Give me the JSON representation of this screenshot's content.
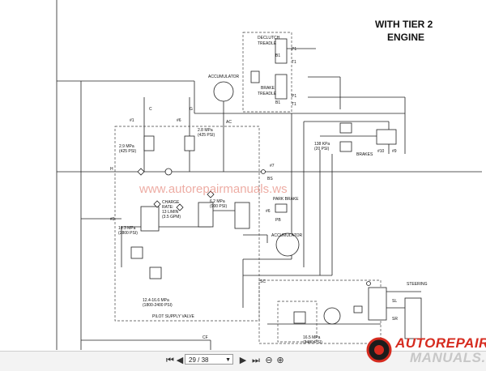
{
  "diagram": {
    "title_line1": "WITH TIER 2",
    "title_line2": "ENGINE",
    "labels": {
      "declutch": "DECLUTCH",
      "treadle": "TREADLE",
      "brake": "BRAKE",
      "brake_treadle": "TREADLE",
      "accumulator_top": "ACCUMULATOR",
      "accumulator_mid": "ACCUMULATOR",
      "park_brake": "PARK BRAKE",
      "brakes": "BRAKES",
      "charge_rate": "CHARGE",
      "rate": "RATE:",
      "lmin": "13 L/MIN",
      "gpm": "(3.5 GPM)",
      "p_29a": "2.9 MPa",
      "p_29b": "(425 PSI)",
      "p_28a": "2.8 MPa",
      "p_28b": "(425 PSI)",
      "p_62a": "6.2 MPa",
      "p_62b": "(900 PSI)",
      "p_193a": "19.3 MPa",
      "p_193b": "(2800 PSI)",
      "p_124a": "12.4-16.6 MPa",
      "p_124b": "(1800-2400 PSI)",
      "p_138a": "138 KPa",
      "p_138b": "(20 PSI)",
      "p_165a": "16.5 MPa",
      "p_165b": "(2400 PSI)",
      "pilot_supply": "PILOT SUPPLY VALVE",
      "steering": "STEERING",
      "c": "C",
      "g": "G",
      "h": "H",
      "ac": "AC",
      "bs": "BS",
      "pb": "PB",
      "sc": "SC",
      "sl": "SL",
      "sr": "SR",
      "cf": "CF",
      "n1": "#1",
      "n6a": "#6",
      "n7": "#7",
      "n6b": "#6",
      "n10": "#10",
      "n9": "#9",
      "n3": "#3",
      "b1a": "B1",
      "t1a": "T1",
      "p1a": "P1",
      "b1b": "B1",
      "t1b": "T1",
      "p1b": "P1"
    },
    "watermark": "www.autorepairmanuals.ws"
  },
  "toolbar": {
    "first_icon": "first-page-icon",
    "prev_icon": "prev-page-icon",
    "page_value": "29 / 38",
    "next_icon": "next-page-icon",
    "last_icon": "last-page-icon",
    "zoom_out_icon": "zoom-out-icon",
    "zoom_in_icon": "zoom-in-icon"
  },
  "logo": {
    "line1": "AUTOREPAIR",
    "line2": "MANUALS.ws",
    "brand_color": "#d62b1f"
  }
}
